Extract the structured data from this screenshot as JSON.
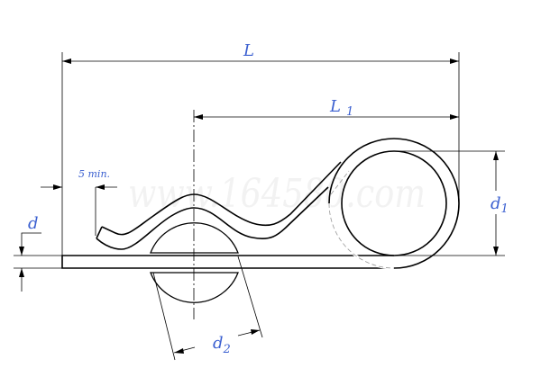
{
  "watermark": "www.164580.com",
  "labels": {
    "L": "L",
    "L1_main": "L",
    "L1_sub": "1",
    "d": "d",
    "d1_main": "d",
    "d1_sub": "1",
    "d2_main": "d",
    "d2_sub": "2",
    "min5": "5 min."
  }
}
